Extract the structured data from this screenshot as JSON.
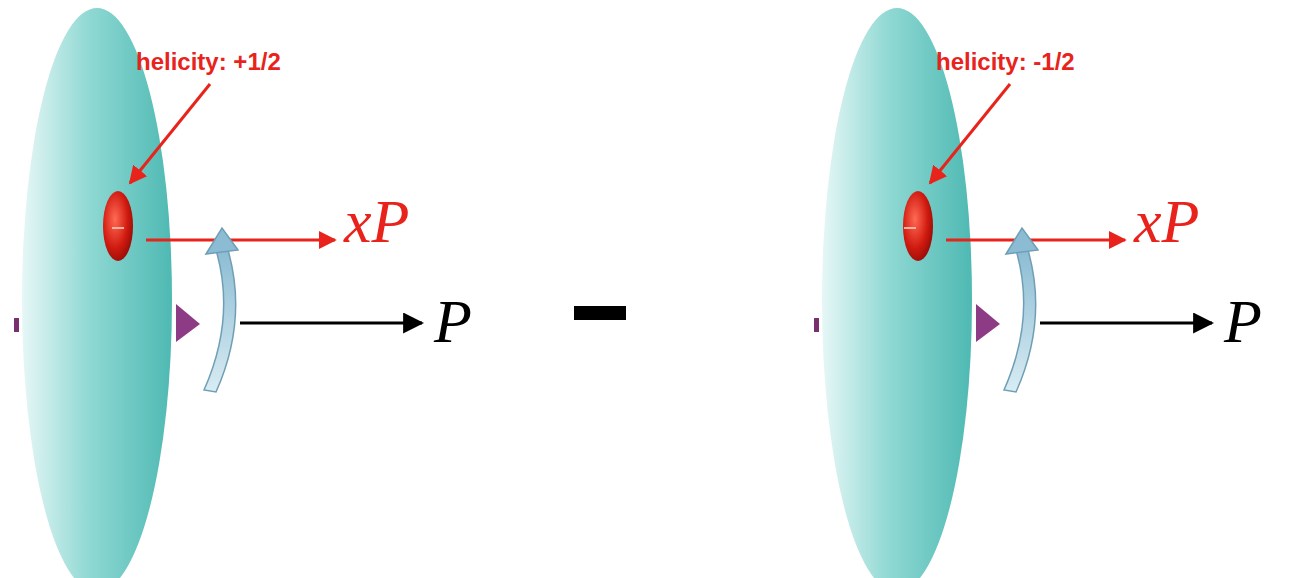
{
  "diagram": {
    "labels": [
      "helicity: +1/2",
      "xP",
      "P",
      "helicity: -1/2",
      "xP",
      "P"
    ]
  }
}
